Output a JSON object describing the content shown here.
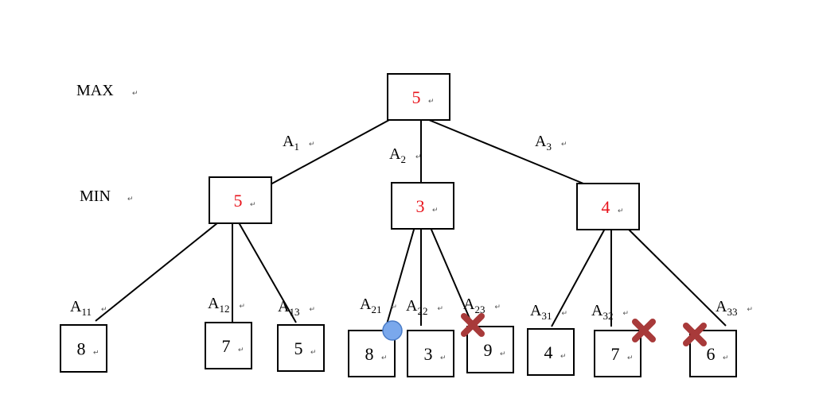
{
  "colors": {
    "computed_value": "#e8141c",
    "leaf_value": "#000000",
    "line": "#000000",
    "pruned_cross": "#a83a3a",
    "circle_fill": "#7aa8ec",
    "circle_stroke": "#4a7cc8"
  },
  "levels": {
    "max": "MAX",
    "min": "MIN"
  },
  "return_mark": "↵",
  "root": {
    "value": "5"
  },
  "min_nodes": [
    {
      "id": "n1",
      "value": "5",
      "edge_label": {
        "base": "A",
        "sub": "1"
      }
    },
    {
      "id": "n2",
      "value": "3",
      "edge_label": {
        "base": "A",
        "sub": "2"
      }
    },
    {
      "id": "n3",
      "value": "4",
      "edge_label": {
        "base": "A",
        "sub": "3"
      }
    }
  ],
  "leaves": [
    {
      "id": "l11",
      "value": "8",
      "edge_label": {
        "base": "A",
        "sub": "11"
      },
      "marker": ""
    },
    {
      "id": "l12",
      "value": "7",
      "edge_label": {
        "base": "A",
        "sub": "12"
      },
      "marker": ""
    },
    {
      "id": "l13",
      "value": "5",
      "edge_label": {
        "base": "A",
        "sub": "13"
      },
      "marker": ""
    },
    {
      "id": "l21",
      "value": "8",
      "edge_label": {
        "base": "A",
        "sub": "21"
      },
      "marker": "circle"
    },
    {
      "id": "l22",
      "value": "3",
      "edge_label": {
        "base": "A",
        "sub": "22"
      },
      "marker": ""
    },
    {
      "id": "l23",
      "value": "9",
      "edge_label": {
        "base": "A",
        "sub": "23"
      },
      "marker": "cross"
    },
    {
      "id": "l31",
      "value": "4",
      "edge_label": {
        "base": "A",
        "sub": "31"
      },
      "marker": ""
    },
    {
      "id": "l32",
      "value": "7",
      "edge_label": {
        "base": "A",
        "sub": "32"
      },
      "marker": "cross"
    },
    {
      "id": "l33",
      "value": "6",
      "edge_label": {
        "base": "A",
        "sub": "33"
      },
      "marker": "cross"
    }
  ]
}
